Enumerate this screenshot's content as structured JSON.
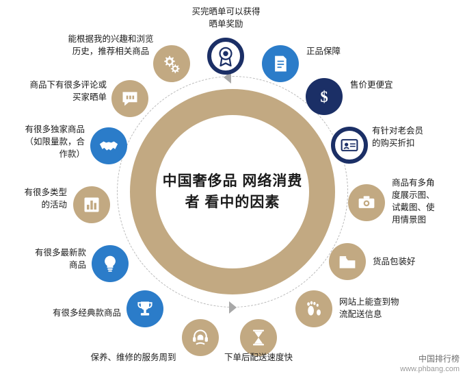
{
  "center": {
    "lines": "中国奢侈品\n网络消费者\n看中的因素"
  },
  "colors": {
    "ring": "#c2a982",
    "gold": "#c2a982",
    "navy": "#1b2f66",
    "blue": "#2b7cc9",
    "dash": "#b9b9b9",
    "arrow": "#a8a8a8"
  },
  "watermark": {
    "cn": "中国排行榜",
    "url": "www.phbang.com"
  },
  "nodes": [
    {
      "id": "share-reward",
      "icon": "badge-icon",
      "color": "navy",
      "label": "买完晒单可以获得\n晒单奖励"
    },
    {
      "id": "genuine-guarantee",
      "icon": "certificate-icon",
      "color": "blue",
      "label": "正品保障"
    },
    {
      "id": "cheaper-price",
      "icon": "dollar-icon",
      "color": "navy",
      "label": "售价更便宜"
    },
    {
      "id": "member-discount",
      "icon": "card-icon",
      "color": "navy",
      "label": "有针对老会员\n的购买折扣"
    },
    {
      "id": "multi-angle-photos",
      "icon": "camera-icon",
      "color": "gold",
      "label": "商品有多角\n度展示图、\n试戴图、使\n用情景图"
    },
    {
      "id": "good-packaging",
      "icon": "box-icon",
      "color": "gold",
      "label": "货品包装好"
    },
    {
      "id": "track-logistics",
      "icon": "footprint-icon",
      "color": "gold",
      "label": "网站上能查到物\n流配送信息"
    },
    {
      "id": "fast-delivery",
      "icon": "hourglass-icon",
      "color": "gold",
      "label": "下单后配送速度快"
    },
    {
      "id": "maintenance-service",
      "icon": "headset-icon",
      "color": "gold",
      "label": "保养、维修的服务周到"
    },
    {
      "id": "classic-styles",
      "icon": "trophy-icon",
      "color": "blue",
      "label": "有很多经典款商品"
    },
    {
      "id": "newest-styles",
      "icon": "bulb-icon",
      "color": "blue",
      "label": "有很多最新款\n商品"
    },
    {
      "id": "many-activities",
      "icon": "chart-icon",
      "color": "gold",
      "label": "有很多类型\n的活动"
    },
    {
      "id": "exclusive-goods",
      "icon": "handshake-icon",
      "color": "blue",
      "label": "有很多独家商品\n（如限量款，合\n作款）"
    },
    {
      "id": "reviews-and-photos",
      "icon": "quote-icon",
      "color": "gold",
      "label": "商品下有很多评论或\n买家晒单"
    },
    {
      "id": "personalized-recommend",
      "icon": "gears-icon",
      "color": "gold",
      "label": "能根据我的兴趣和浏览\n历史，推荐相关商品"
    }
  ]
}
